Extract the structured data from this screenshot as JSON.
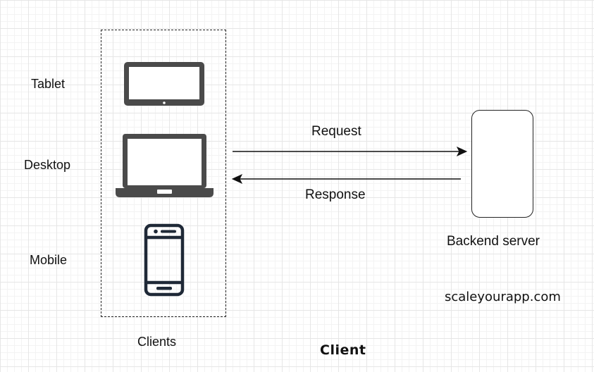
{
  "devices": {
    "tablet_label": "Tablet",
    "desktop_label": "Desktop",
    "mobile_label": "Mobile"
  },
  "clients": {
    "label": "Clients"
  },
  "arrows": {
    "request_label": "Request",
    "response_label": "Response"
  },
  "server": {
    "label": "Backend server"
  },
  "watermark": "scaleyourapp.com",
  "title": "Client",
  "icons": {
    "tablet": "tablet-icon",
    "laptop": "laptop-icon",
    "mobile": "mobile-phone-icon"
  },
  "colors": {
    "device_gray": "#4a4a4a",
    "mobile_navy": "#1f2937",
    "line": "#111111"
  }
}
